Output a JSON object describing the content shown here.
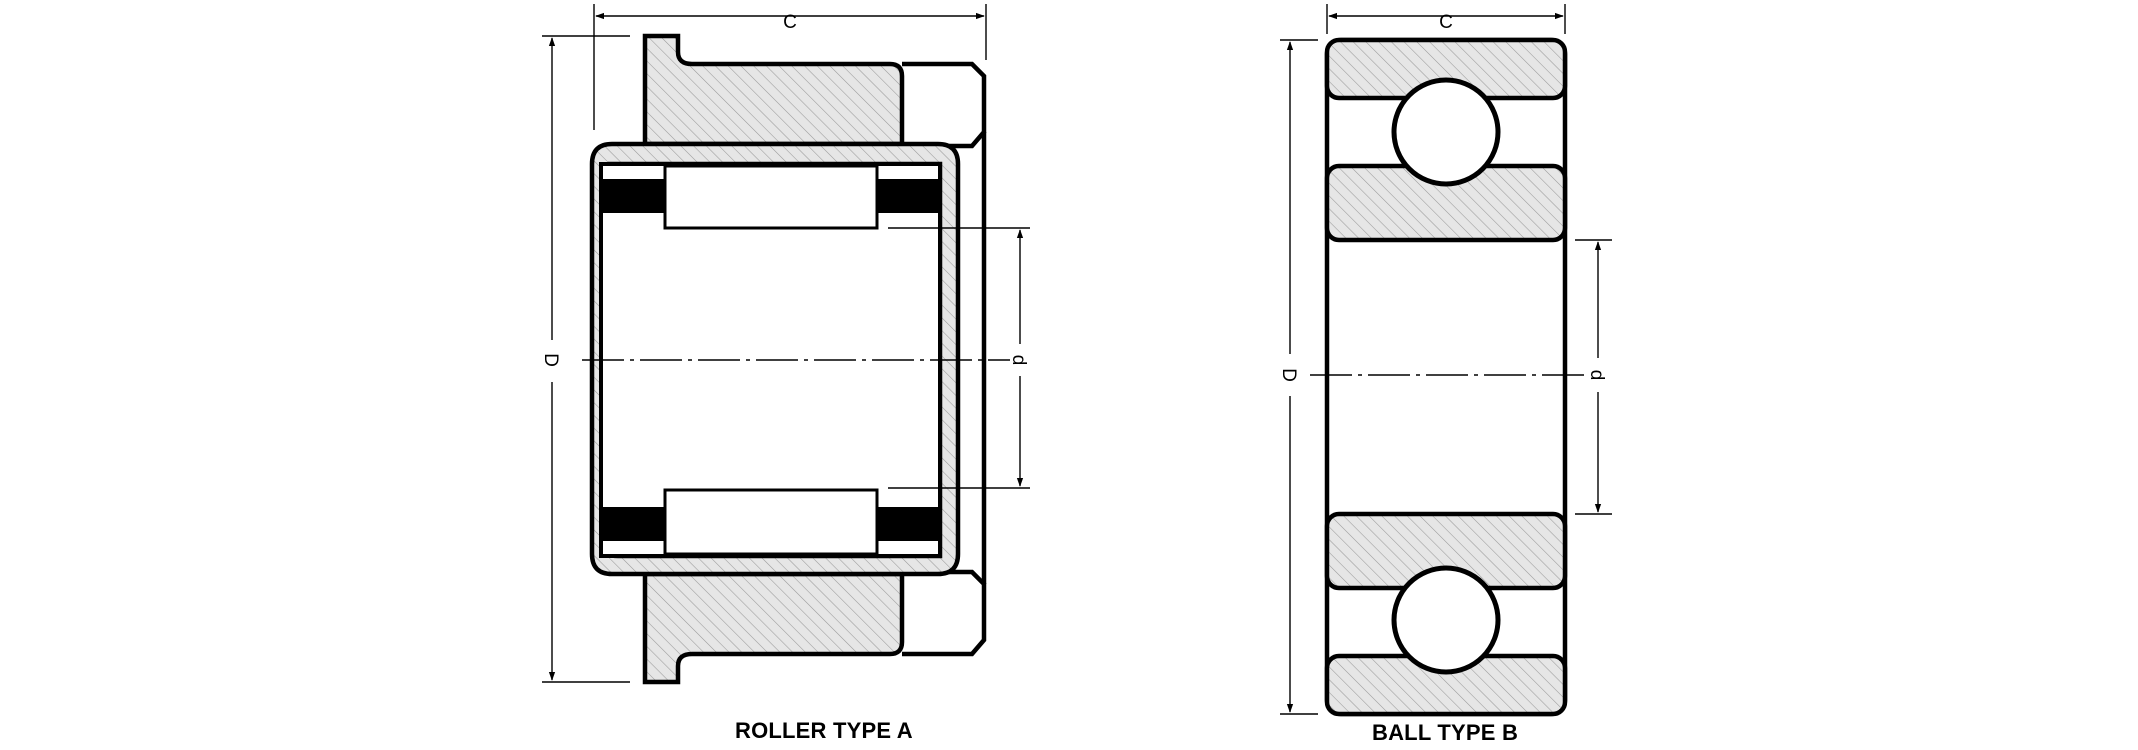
{
  "roller": {
    "caption": "ROLLER TYPE A",
    "dim_c": "C",
    "dim_d_outer": "D",
    "dim_d_inner": "d"
  },
  "ball": {
    "caption": "BALL TYPE B",
    "dim_c": "C",
    "dim_d_outer": "D",
    "dim_d_inner": "d"
  },
  "colors": {
    "line": "#000000",
    "hatch_fill": "#e6e6e6",
    "hatch_line": "#9a9a9a"
  }
}
